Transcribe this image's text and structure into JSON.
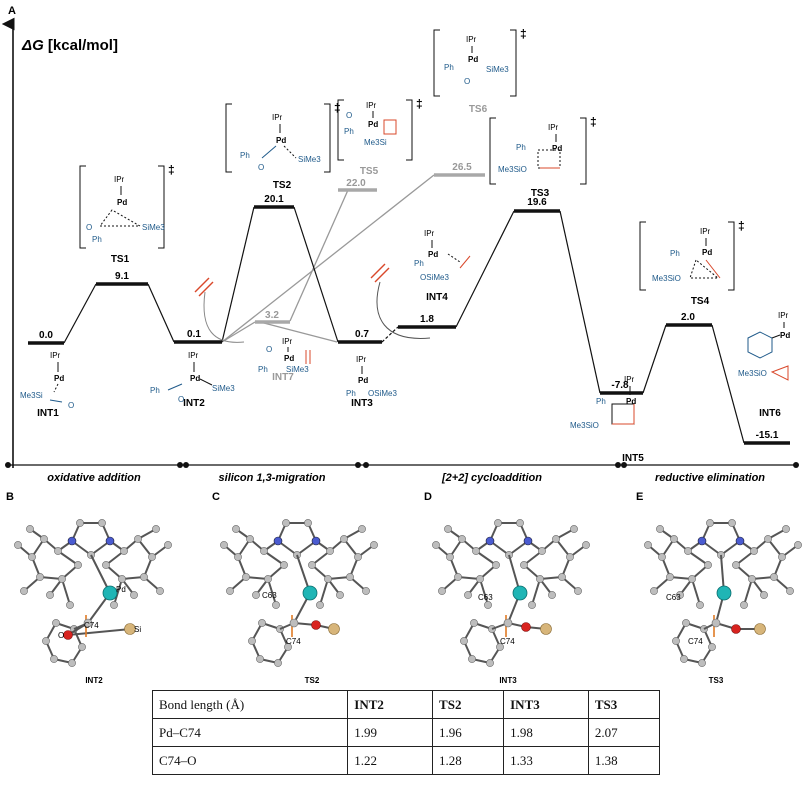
{
  "panel_labels": {
    "a": "A",
    "b": "B",
    "c": "C",
    "d": "D",
    "e": "E"
  },
  "axis_label_prefix": "ΔG",
  "axis_label_unit": "[kcal/mol]",
  "ts_mark": "‡",
  "chart_data": {
    "type": "energy-profile",
    "ylabel": "ΔG [kcal/mol]",
    "levels": [
      {
        "id": "INT1",
        "value": "0.0",
        "shade": "dark"
      },
      {
        "id": "TS1",
        "value": "9.1",
        "shade": "dark"
      },
      {
        "id": "INT2",
        "value": "0.1",
        "shade": "dark"
      },
      {
        "id": "TS2",
        "value": "20.1",
        "shade": "dark"
      },
      {
        "id": "INT7",
        "value": "3.2",
        "shade": "grey"
      },
      {
        "id": "TS5",
        "value": "22.0",
        "shade": "grey"
      },
      {
        "id": "TS6",
        "value": "26.5",
        "shade": "grey"
      },
      {
        "id": "INT3",
        "value": "0.7",
        "shade": "dark"
      },
      {
        "id": "INT4",
        "value": "1.8",
        "shade": "dark"
      },
      {
        "id": "TS3",
        "value": "19.6",
        "shade": "dark"
      },
      {
        "id": "INT5",
        "value": "-7.8",
        "shade": "dark"
      },
      {
        "id": "TS4",
        "value": "2.0",
        "shade": "dark"
      },
      {
        "id": "INT6",
        "value": "-15.1",
        "shade": "dark"
      }
    ],
    "stages": [
      "oxidative addition",
      "silicon 1,3-migration",
      "[2+2] cycloaddition",
      "reductive elimination"
    ]
  },
  "chem": {
    "ipr": "IPr",
    "pd": "Pd",
    "ph": "Ph",
    "o": "O",
    "sime3": "SiMe3",
    "me3si": "Me3Si",
    "me3sio": "Me3SiO",
    "osime3": "OSiMe3"
  },
  "model_panels": [
    {
      "caption": "INT2",
      "atoms": {
        "pd": "Pd",
        "o": "O",
        "c74": "C74",
        "si": "Si"
      }
    },
    {
      "caption": "TS2",
      "atoms": {
        "c63": "C63",
        "c74": "C74"
      }
    },
    {
      "caption": "INT3",
      "atoms": {
        "c63": "C63",
        "c74": "C74"
      }
    },
    {
      "caption": "TS3",
      "atoms": {
        "c63": "C63",
        "c74": "C74"
      }
    }
  ],
  "bond_table": {
    "headers": [
      "Bond length (Å)",
      "INT2",
      "TS2",
      "INT3",
      "TS3"
    ],
    "rows": [
      [
        "Pd–C74",
        "1.99",
        "1.96",
        "1.98",
        "2.07"
      ],
      [
        "C74–O",
        "1.22",
        "1.28",
        "1.33",
        "1.38"
      ]
    ]
  }
}
